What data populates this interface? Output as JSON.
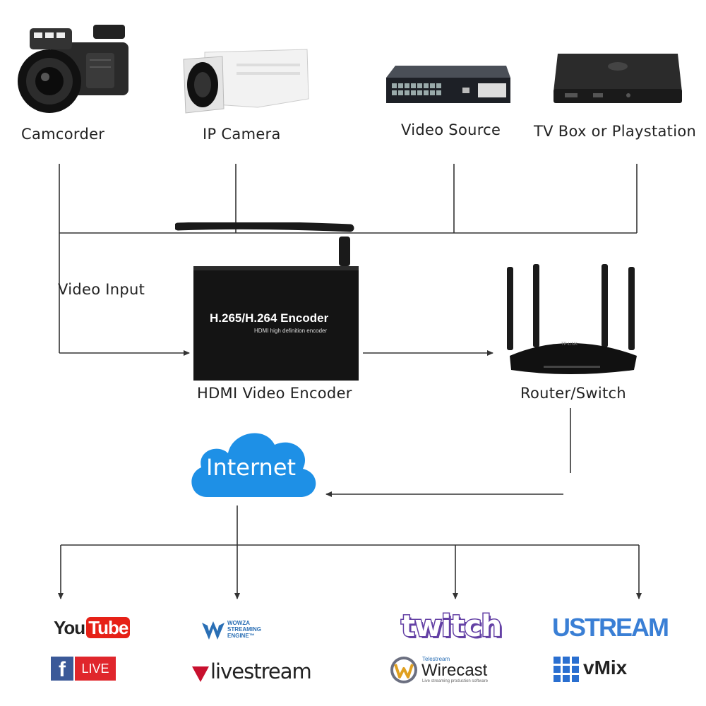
{
  "sources": {
    "camcorder": "Camcorder",
    "ip_camera": "IP Camera",
    "video_source": "Video Source",
    "tv_box": "TV Box or Playstation"
  },
  "video_input_label": "Video Input",
  "encoder": {
    "face_title": "H.265/H.264 Encoder",
    "face_subtitle": "HDMI high definition encoder",
    "label": "HDMI Video Encoder"
  },
  "router": {
    "label": "Router/Switch",
    "brand": "TP-LINK"
  },
  "internet_label": "Internet",
  "platforms": {
    "youtube": {
      "you": "You",
      "tube": "Tube"
    },
    "facebook": {
      "f": "f",
      "live": "LIVE"
    },
    "wowza": {
      "line1": "WOWZA",
      "line2": "STREAMING",
      "line3": "ENGINE™"
    },
    "livestream": {
      "text": "livestream"
    },
    "twitch": {
      "text": "twitch"
    },
    "wirecast": {
      "brand": "Telestream",
      "name": "Wirecast",
      "tagline": "Live streaming production software"
    },
    "ustream": {
      "text": "USTREAM"
    },
    "vmix": {
      "text": "vMix"
    }
  },
  "colors": {
    "line": "#333333",
    "cloud": "#1e90e6",
    "youtube_red": "#e62117",
    "facebook_blue": "#3b5998",
    "twitch_purple": "#6441a5",
    "ustream_blue": "#3a7fd5",
    "livestream_red": "#c8102e",
    "vmix_blue": "#2a6fd0"
  }
}
